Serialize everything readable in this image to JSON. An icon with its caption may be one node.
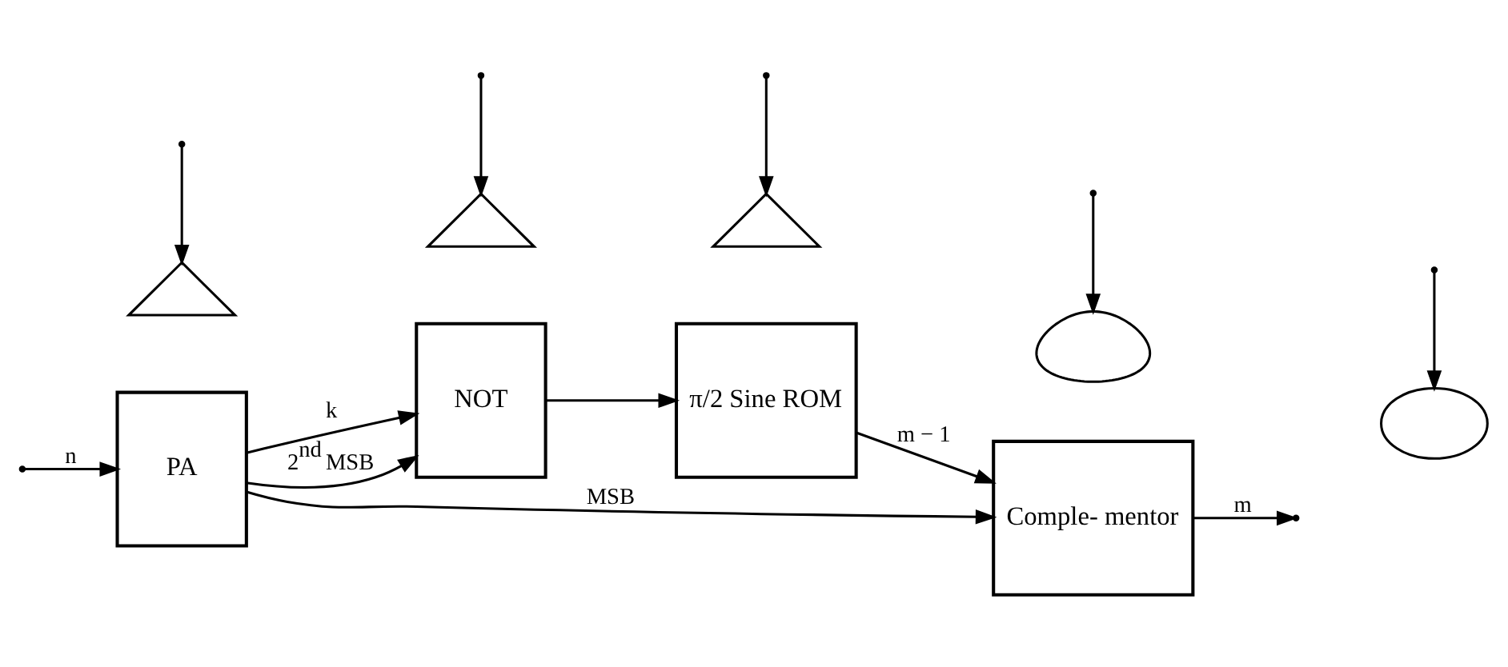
{
  "diagram": {
    "nodes": [
      {
        "text": [
          "PA"
        ]
      },
      {
        "text": [
          "NOT"
        ]
      },
      {
        "text": [
          "π/2 Sine ROM"
        ]
      },
      {
        "text": [
          "Comple- mentor"
        ]
      },
      {
        "text": [],
        "shape": "triangle"
      },
      {
        "text": [],
        "shape": "triangle"
      },
      {
        "text": [],
        "shape": "triangle"
      },
      {
        "text": [],
        "shape": "arc"
      },
      {
        "text": [],
        "shape": "wave"
      }
    ],
    "edges": [
      {
        "from": null,
        "to": 0,
        "arrow": "to",
        "label": "n"
      },
      {
        "from": 0,
        "to": 1,
        "arrow": "to",
        "label": "k"
      },
      {
        "from": 0,
        "to": 3,
        "arrow": "to",
        "label": "MSB"
      },
      {
        "from": 0,
        "to": 1,
        "arrow": "to",
        "label": "2$^{nd}$ MSB"
      },
      {
        "from": 1,
        "to": 2,
        "arrow": "to"
      },
      {
        "from": 2,
        "to": 3,
        "arrow": "to",
        "label": "m − 1"
      },
      {
        "from": 3,
        "to": null,
        "arrow": "to",
        "label": "m"
      },
      {
        "from": null,
        "to": 4,
        "arrow": "to"
      },
      {
        "from": null,
        "to": 5,
        "arrow": "to"
      },
      {
        "from": null,
        "to": 6,
        "arrow": "to"
      },
      {
        "from": null,
        "to": 7,
        "arrow": "to"
      },
      {
        "from": null,
        "to": 8,
        "arrow": "to"
      }
    ]
  }
}
